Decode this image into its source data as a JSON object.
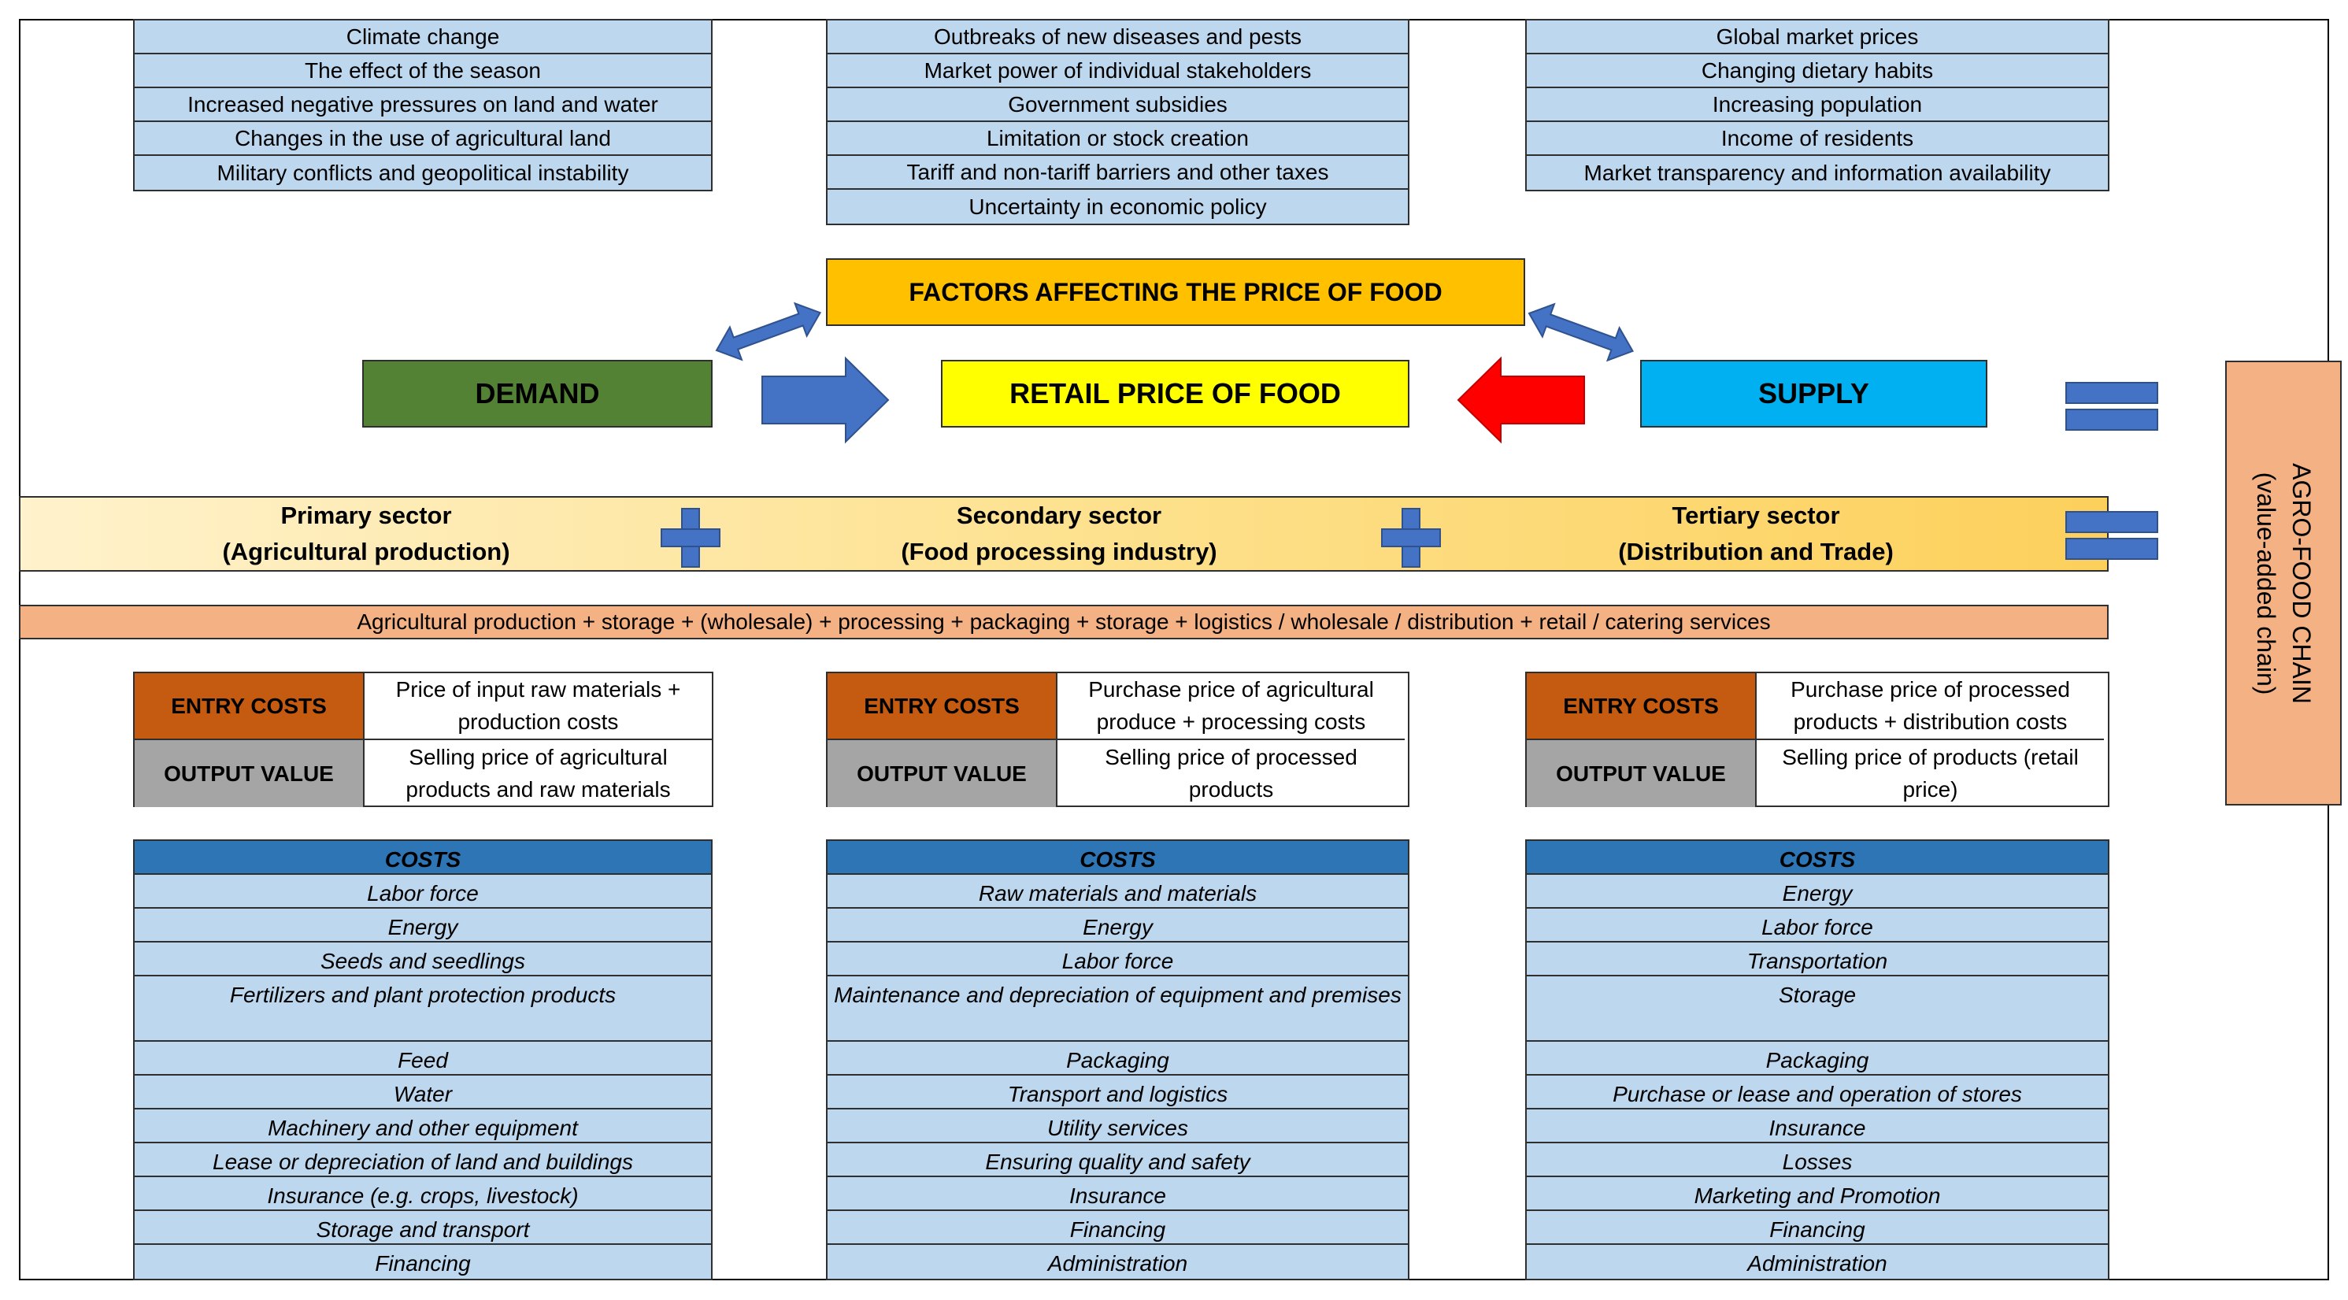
{
  "top_factors": {
    "left": [
      "Climate change",
      "The effect of the season",
      "Increased negative pressures on land and water",
      "Changes in the use of agricultural land",
      "Military conflicts and geopolitical instability"
    ],
    "middle": [
      "Outbreaks of new diseases and pests",
      "Market power of individual stakeholders",
      "Government subsidies",
      "Limitation or stock creation",
      "Tariff and non-tariff barriers and other taxes",
      "Uncertainty in economic policy"
    ],
    "right": [
      "Global market prices",
      "Changing dietary habits",
      "Increasing population",
      "Income of residents",
      "Market transparency and information availability"
    ]
  },
  "factors_title": "FACTORS AFFECTING THE PRICE OF FOOD",
  "demand": "DEMAND",
  "retail_price": "RETAIL PRICE OF FOOD",
  "supply": "SUPPLY",
  "sectors": [
    {
      "name": "Primary sector",
      "sub": "(Agricultural production)"
    },
    {
      "name": "Secondary sector",
      "sub": "(Food processing industry)"
    },
    {
      "name": "Tertiary sector",
      "sub": "(Distribution and Trade)"
    }
  ],
  "chain_text": "Agricultural production + storage + (wholesale) + processing + packaging + storage + logistics / wholesale / distribution + retail / catering services",
  "vertical_label": {
    "line1": "AGRO-FOOD CHAIN",
    "line2": "(value-added chain)"
  },
  "entry_label": "ENTRY COSTS",
  "output_label": "OUTPUT VALUE",
  "entry_output": [
    {
      "entry": "Price of input raw materials + production costs",
      "output": "Selling price of agricultural products and raw materials"
    },
    {
      "entry": "Purchase price of agricultural produce + processing costs",
      "output": "Selling price of processed products"
    },
    {
      "entry": "Purchase price of processed products + distribution costs",
      "output": "Selling price of products (retail price)"
    }
  ],
  "costs_header": "COSTS",
  "costs": {
    "primary": [
      "Labor force",
      "Energy",
      "Seeds and seedlings",
      "Fertilizers and plant protection products",
      "Feed",
      "Water",
      "Machinery and other equipment",
      "Lease or depreciation of land and buildings",
      "Insurance (e.g. crops, livestock)",
      "Storage and transport",
      "Financing"
    ],
    "secondary": [
      "Raw materials and materials",
      "Energy",
      "Labor force",
      "Maintenance and depreciation of equipment and premises",
      "Packaging",
      "Transport and logistics",
      "Utility services",
      "Ensuring quality and safety",
      "Insurance",
      "Financing",
      "Administration"
    ],
    "tertiary": [
      "Energy",
      "Labor force",
      "Transportation",
      "Storage",
      "Packaging",
      "Purchase or lease and operation of stores",
      "Insurance",
      "Losses",
      "Marketing and Promotion",
      "Financing",
      "Administration"
    ]
  },
  "colors": {
    "list_fill": "#bdd7ee",
    "costs_header": "#2e75b6",
    "factors_box": "#ffc000",
    "demand": "#548235",
    "retail": "#ffff00",
    "supply": "#00b0f0",
    "arrow_blue": "#4472c4",
    "arrow_red": "#ff0000",
    "entry": "#c55a11",
    "output": "#a5a5a5",
    "chain": "#f4b183"
  }
}
